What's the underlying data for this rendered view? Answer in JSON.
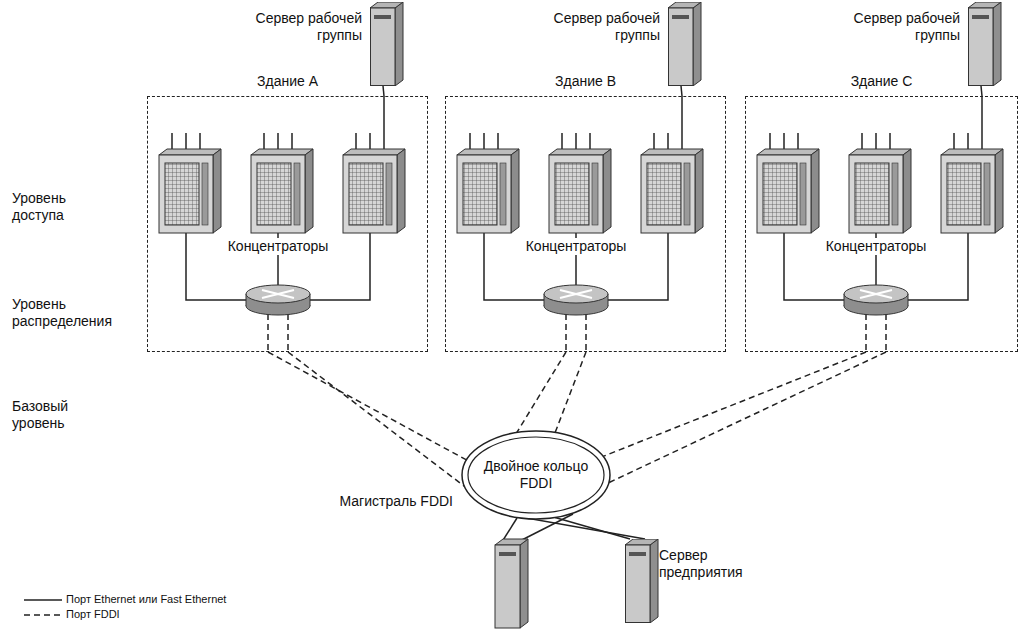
{
  "diagram": {
    "nodes": [
      {
        "text": [
          "Сервер рабочей группы"
        ]
      },
      {
        "text": [
          "Сервер рабочей группы"
        ]
      },
      {
        "text": [
          "Сервер рабочей группы"
        ]
      },
      {
        "text": [
          "Здание А"
        ]
      },
      {
        "text": [
          "Здание В"
        ]
      },
      {
        "text": [
          "Здание С"
        ]
      },
      {
        "text": [
          "Двойное кольцо FDDI"
        ]
      },
      {
        "text": [
          "Сервер предприятия"
        ]
      }
    ],
    "edges": [
      {
        "from": 0,
        "to": 3,
        "arrow": "none"
      },
      {
        "from": 1,
        "to": 4,
        "arrow": "none"
      },
      {
        "from": 2,
        "to": 5,
        "arrow": "none"
      },
      {
        "from": 3,
        "to": 6,
        "arrow": "none"
      },
      {
        "from": 3,
        "to": 6,
        "arrow": "none"
      },
      {
        "from": 4,
        "to": 6,
        "arrow": "none"
      },
      {
        "from": 4,
        "to": 6,
        "arrow": "none"
      },
      {
        "from": 5,
        "to": 6,
        "arrow": "none"
      },
      {
        "from": 5,
        "to": 6,
        "arrow": "none"
      },
      {
        "from": 6,
        "to": 7,
        "arrow": "none"
      },
      {
        "from": 6,
        "to": 7,
        "arrow": "none"
      }
    ],
    "labels": [
      "Уровень доступа",
      "Уровень распределения",
      "Базовый уровень",
      "Концентраторы",
      "Концентраторы",
      "Концентраторы",
      "Магистраль FDDI"
    ],
    "legend": [
      {
        "text": "Порт Ethernet или Fast Ethernet"
      },
      {
        "text": "Порт FDDI"
      }
    ]
  }
}
